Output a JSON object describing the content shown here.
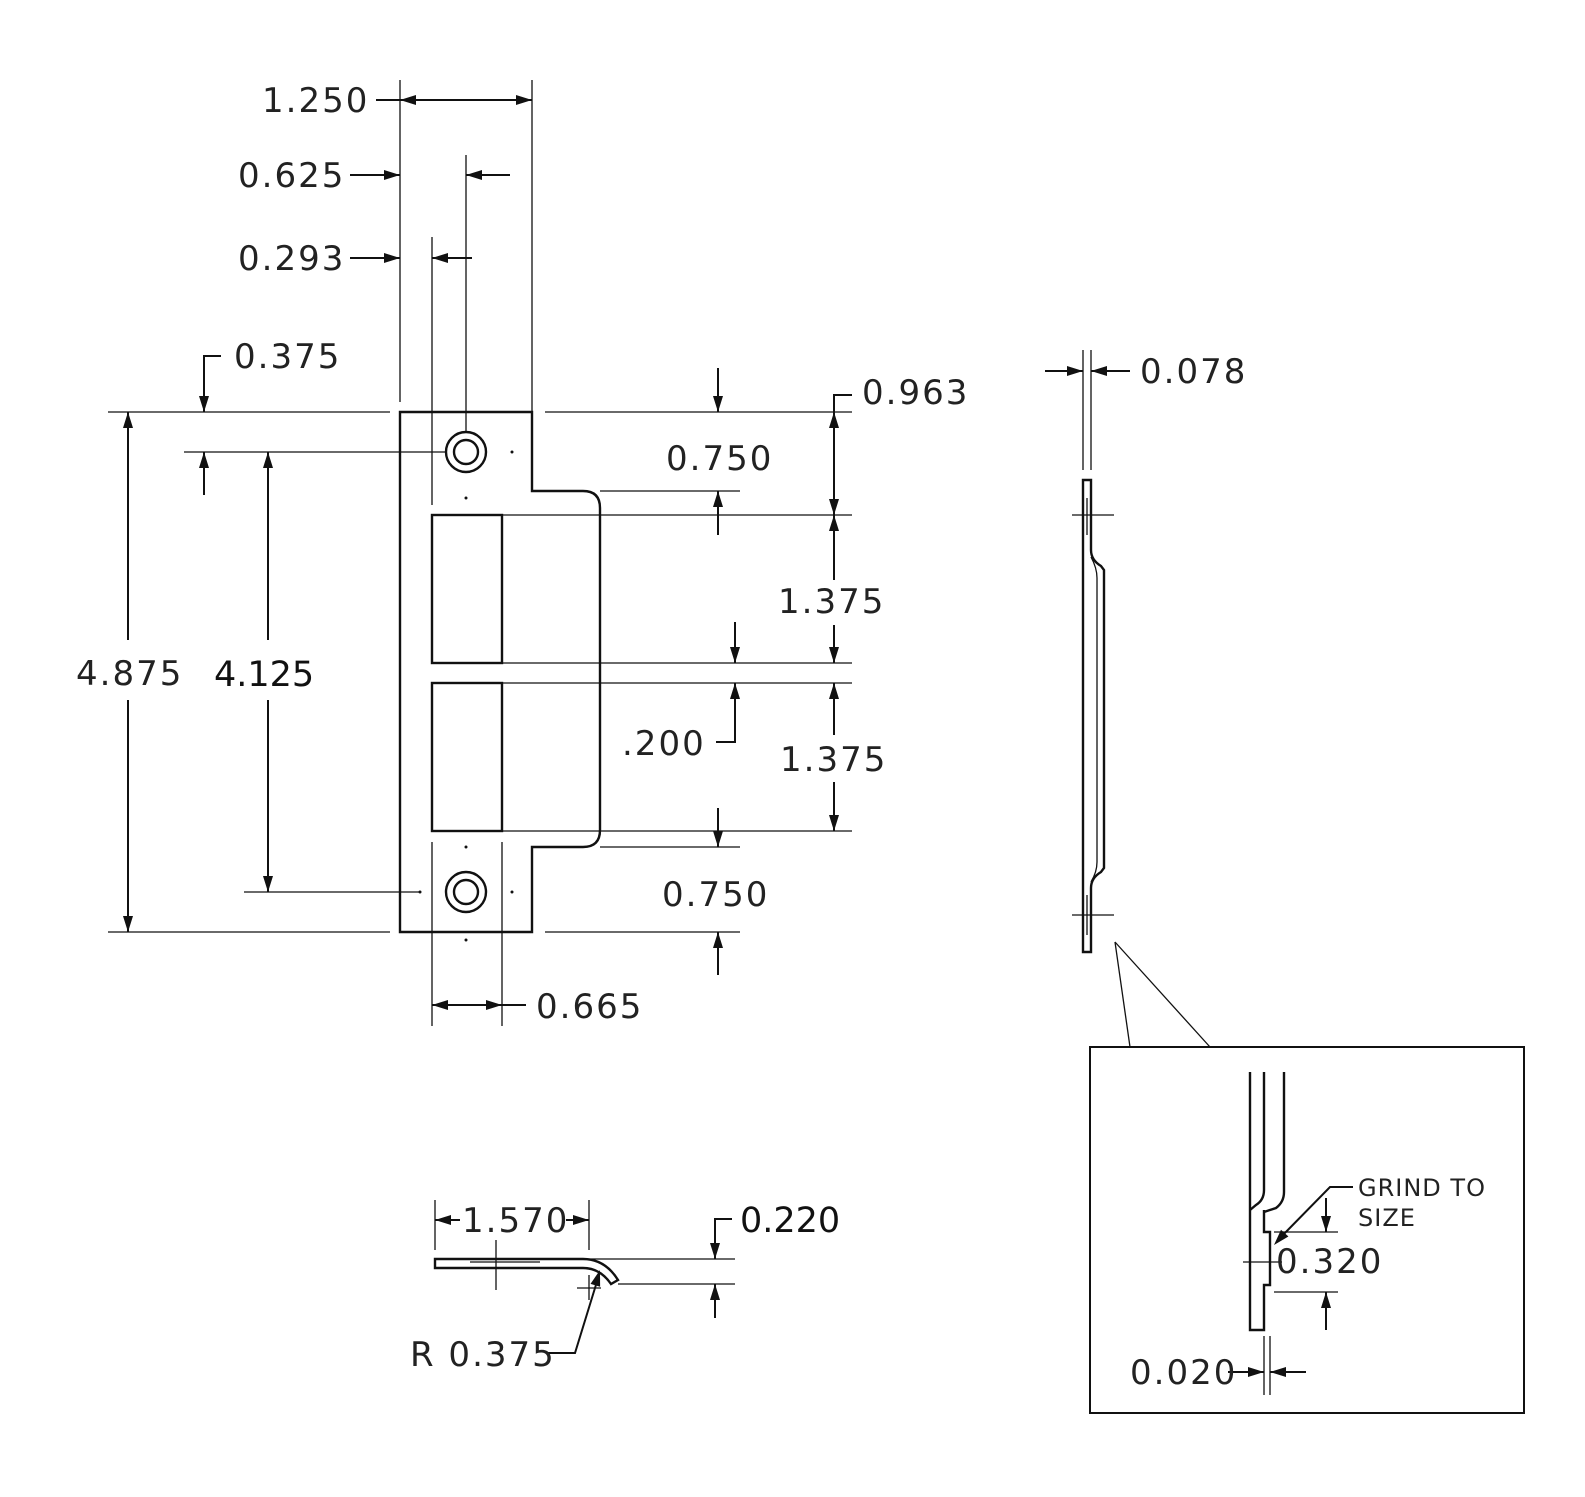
{
  "front_view": {
    "dim_width_overall": "1.250",
    "dim_hole_center": "0.625",
    "dim_pocket_edge": "0.293",
    "dim_top_to_hole": "0.375",
    "dim_overall_height": "4.875",
    "dim_hole_spacing": "4.125",
    "dim_lip_offset": "0.963",
    "dim_lip_top": "0.750",
    "dim_pocket_1": "1.375",
    "dim_web": ".200",
    "dim_pocket_2": "1.375",
    "dim_lip_bottom": "0.750",
    "dim_pocket_width": "0.665"
  },
  "side_view": {
    "dim_thickness": "0.078"
  },
  "end_view": {
    "dim_lip_length": "1.570",
    "dim_lip_height": "0.220",
    "dim_radius": "R 0.375"
  },
  "detail_view": {
    "note_line1": "GRIND TO",
    "note_line2": "SIZE",
    "dim_grind_length": "0.320",
    "dim_grind_depth": "0.020"
  }
}
